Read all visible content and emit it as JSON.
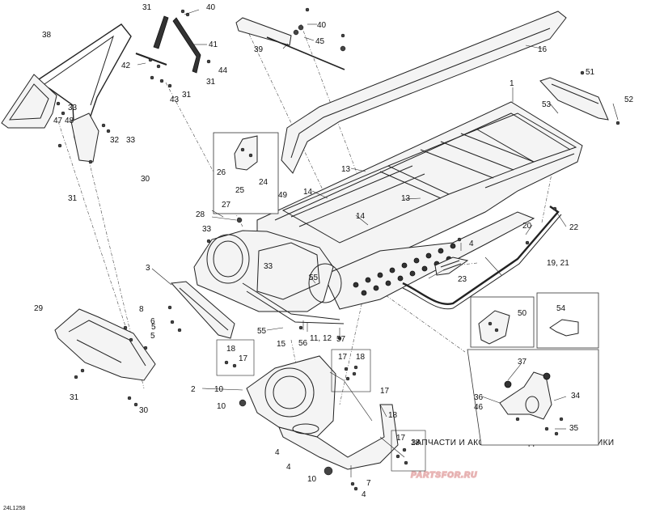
{
  "document_code": "24L1258",
  "watermark": {
    "tagline": "ЗАПЧАСТИ И АКСЕССУАРЫ ДЛЯ МОТОТЕХНИКИ",
    "logo": "PARTSFOR.RU"
  },
  "callouts": [
    "1",
    "2",
    "3",
    "4",
    "4",
    "4",
    "4",
    "5",
    "5",
    "6",
    "7",
    "8",
    "10",
    "10",
    "10",
    "11, 12",
    "13",
    "13",
    "14",
    "14",
    "15",
    "16",
    "17",
    "17",
    "17",
    "17",
    "18",
    "18",
    "18",
    "18",
    "19, 21",
    "20",
    "22",
    "23",
    "24",
    "25",
    "26",
    "27",
    "28",
    "29",
    "30",
    "30",
    "31",
    "31",
    "31",
    "31",
    "31",
    "32",
    "33",
    "33",
    "33",
    "33",
    "34",
    "35",
    "36",
    "37",
    "38",
    "39",
    "40",
    "40",
    "41",
    "42",
    "43",
    "44",
    "45",
    "46",
    "47",
    "48",
    "49",
    "50",
    "51",
    "52",
    "53",
    "54",
    "55",
    "55",
    "56",
    "57"
  ]
}
